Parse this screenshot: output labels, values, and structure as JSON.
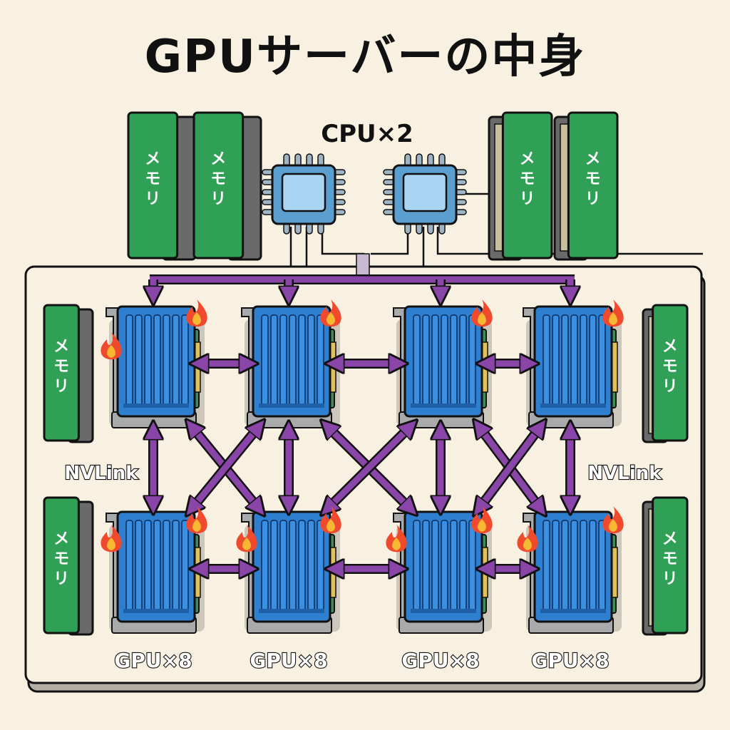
{
  "title": "GPUサーバーの中身",
  "cpu": {
    "label": "CPU×2",
    "count": 2
  },
  "memory": {
    "label": "メモリ",
    "top_modules": 4,
    "side_modules": 4
  },
  "gpu": {
    "label": "GPU×8",
    "labels": [
      "GPU×8",
      "GPU×8",
      "GPU×8",
      "GPU×8"
    ],
    "count": 8,
    "heat_icon": "fire-icon"
  },
  "interconnect": {
    "left_label": "NVLink",
    "right_label": "NVLink"
  },
  "colors": {
    "background": "#f8f1e2",
    "memory_green": "#2fa055",
    "gpu_blue": "#2f7fd0",
    "link_purple": "#8a45a8",
    "cpu_blue": "#5b9fd0",
    "outline": "#111111"
  }
}
